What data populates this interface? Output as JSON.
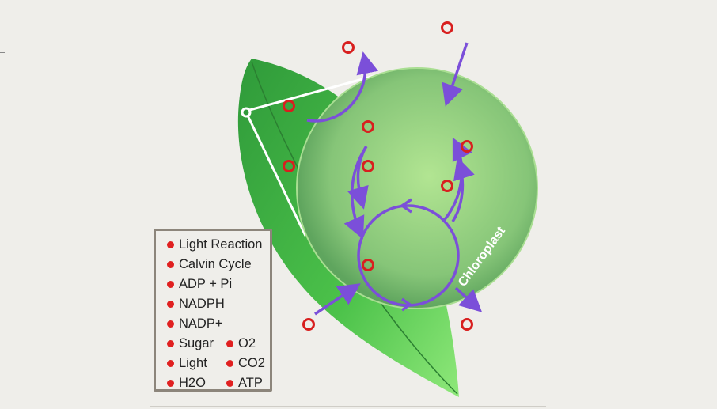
{
  "diagram": {
    "label_chloroplast": "Chloroplast"
  },
  "legend": {
    "items": [
      {
        "label": "Light Reaction"
      },
      {
        "label": "Calvin Cycle"
      },
      {
        "label": "ADP + Pi"
      },
      {
        "label": "NADPH"
      },
      {
        "label": "NADP+"
      },
      {
        "label": "Sugar"
      },
      {
        "label": "Light"
      },
      {
        "label": "H2O"
      },
      {
        "label": "O2"
      },
      {
        "label": "CO2"
      },
      {
        "label": "ATP"
      }
    ]
  },
  "colors": {
    "target": "#d81f1f",
    "arrow": "#7b4fd9",
    "dot": "#e02020"
  }
}
